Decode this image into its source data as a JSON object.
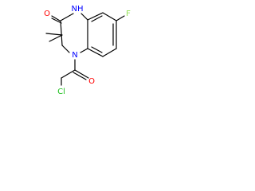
{
  "molecule": {
    "atoms": {
      "oxygen_top": {
        "label": "O",
        "color": "#ff0000"
      },
      "nh": {
        "label": "NH",
        "color": "#0000ff"
      },
      "fluorine": {
        "label": "F",
        "color": "#90e050"
      },
      "nitrogen": {
        "label": "N",
        "color": "#0000ff"
      },
      "chlorine": {
        "label": "Cl",
        "color": "#20c020"
      },
      "oxygen_bottom": {
        "label": "O",
        "color": "#ff0000"
      }
    }
  }
}
